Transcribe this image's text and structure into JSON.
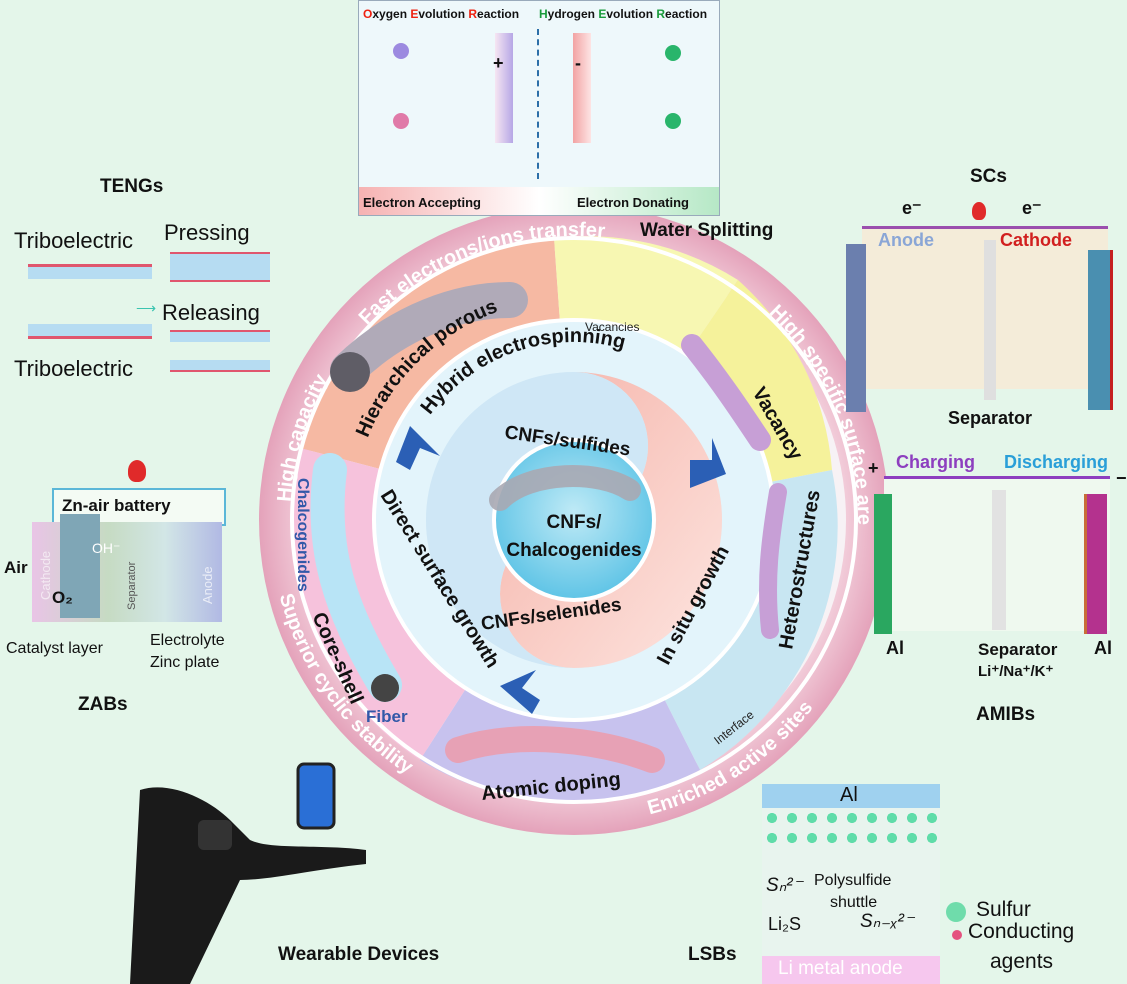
{
  "center": {
    "core_line1": "CNFs/",
    "core_line2": "Chalcogenides",
    "sulfides": "CNFs/sulfides",
    "selenides": "CNFs/selenides"
  },
  "strategies": {
    "hybrid": "Hybrid electrospinning",
    "insitu": "In situ growth",
    "direct": "Direct surface growth"
  },
  "structures": {
    "hierarchical": "Hierarchical porous",
    "vacancy": "Vacancy",
    "vacancies_label": "Vacancies",
    "heterostructures": "Heterostructures",
    "interface_label": "Interface",
    "atomic_doping": "Atomic doping",
    "core_shell": "Core-shell",
    "chalcogenides_label": "Chalcogenides",
    "fiber_label": "Fiber"
  },
  "advantages": {
    "fast": "Fast electrons/ions transfer",
    "high_surface": "High specific surface area",
    "stability": "Superior cyclic stability",
    "active_sites": "Enriched active sites",
    "capacity": "High capacity"
  },
  "water_splitting": {
    "title": "Water Splitting",
    "oer_O": "O",
    "oer_xygen": "xygen ",
    "oer_E": "E",
    "oer_volution": "volution ",
    "oer_R": "R",
    "oer_eaction": "eaction",
    "her_H": "H",
    "her_ydrogen": "ydrogen ",
    "her_E": "E",
    "her_volution": "volution ",
    "her_R": "R",
    "her_eaction": "eaction",
    "electron_accepting": "Electron Accepting",
    "electron_donating": "Electron Donating"
  },
  "tengs": {
    "title": "TENGs",
    "triboelectric_top": "Triboelectric",
    "triboelectric_bottom": "Triboelectric",
    "pressing": "Pressing",
    "releasing": "Releasing"
  },
  "scs": {
    "title": "SCs",
    "anode": "Anode",
    "cathode": "Cathode",
    "separator": "Separator",
    "electron": "e⁻"
  },
  "amibs": {
    "title": "AMIBs",
    "charging": "Charging",
    "discharging": "Discharging",
    "al_left": "Al",
    "al_right": "Al",
    "separator": "Separator",
    "ions": "Li⁺/Na⁺/K⁺",
    "plus": "+",
    "minus": "−"
  },
  "zabs": {
    "title": "ZABs",
    "battery": "Zn-air battery",
    "air": "Air",
    "oh": "OH⁻",
    "o2": "O₂",
    "cathode": "Cathode",
    "anode": "Anode",
    "separator": "Separator",
    "catalyst": "Catalyst layer",
    "electrolyte": "Electrolyte",
    "zinc": "Zinc plate"
  },
  "wearable": {
    "title": "Wearable Devices"
  },
  "lsbs": {
    "title": "LSBs",
    "al": "Al",
    "sn": "Sₙ²⁻",
    "snx": "Sₙ₋ₓ²⁻",
    "polysulfide": "Polysulfide",
    "shuttle": "shuttle",
    "li2s": "Li₂S",
    "li_anode": "Li metal anode",
    "sulfur": "Sulfur",
    "conducting1": "Conducting",
    "conducting2": "agents"
  },
  "colors": {
    "ring_pink": "#e6a7bd",
    "accent_blue": "#2a60b6",
    "bg": "#e4f6ea"
  }
}
